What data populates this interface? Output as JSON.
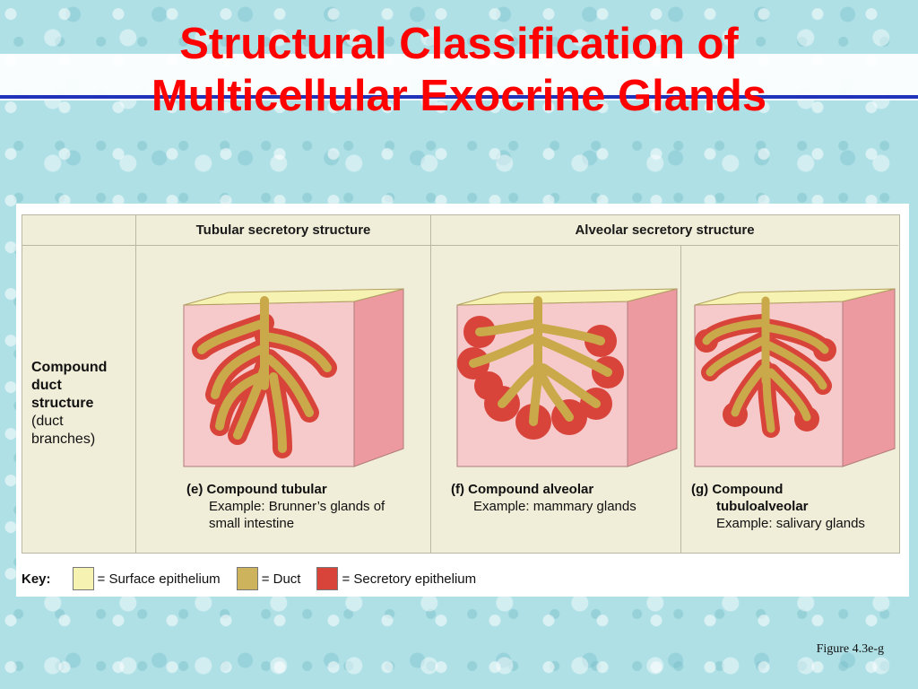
{
  "title": {
    "line1": "Structural Classification of",
    "line2": "Multicellular Exocrine Glands"
  },
  "header": {
    "col_tubular": "Tubular secretory structure",
    "col_alveolar": "Alveolar secretory structure"
  },
  "row_label": {
    "line1": "Compound",
    "line2": "duct",
    "line3": "structure",
    "line4": "(duct",
    "line5": "branches)"
  },
  "panels": [
    {
      "letter": "(e)",
      "name": "Compound tubular",
      "example_line1": "Example: Brunner’s glands of",
      "example_line2": "small intestine"
    },
    {
      "letter": "(f)",
      "name": "Compound alveolar",
      "example_line1": "Example: mammary glands",
      "example_line2": ""
    },
    {
      "letter": "(g)",
      "name": "Compound",
      "name_line2": "tubuloalveolar",
      "example_line1": "Example: salivary glands",
      "example_line2": ""
    }
  ],
  "key": {
    "label": "Key:",
    "items": [
      {
        "label": "= Surface epithelium",
        "color": "#f6f3b2"
      },
      {
        "label": "= Duct",
        "color": "#cdb35c"
      },
      {
        "label": "= Secretory epithelium",
        "color": "#d8443a"
      }
    ]
  },
  "figure_ref": "Figure 4.3e-g",
  "colors": {
    "title": "#ff0000",
    "tissue_front": "#f6c9cb",
    "tissue_side": "#ec9a9f",
    "surface": "#f6f3b2",
    "duct": "#c9a94a",
    "secretory": "#d8443a"
  }
}
